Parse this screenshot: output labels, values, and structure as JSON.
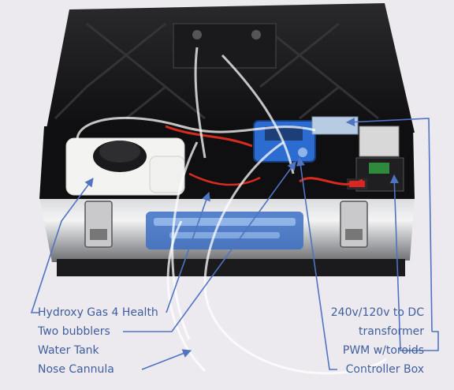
{
  "photo": {
    "subject": "Portable hydroxy gas generator kit inside an open black toolbox"
  },
  "labels": {
    "left": [
      "Hydroxy Gas 4 Health",
      "Two bubblers",
      "Water Tank",
      "Nose Cannula"
    ],
    "right": [
      "240v/120v to DC",
      "transformer",
      "PWM w/toroids",
      "Controller Box"
    ]
  },
  "colors": {
    "label_text": "#3f5f9c",
    "arrow": "#4f74c2",
    "background": "#ece9ef"
  }
}
